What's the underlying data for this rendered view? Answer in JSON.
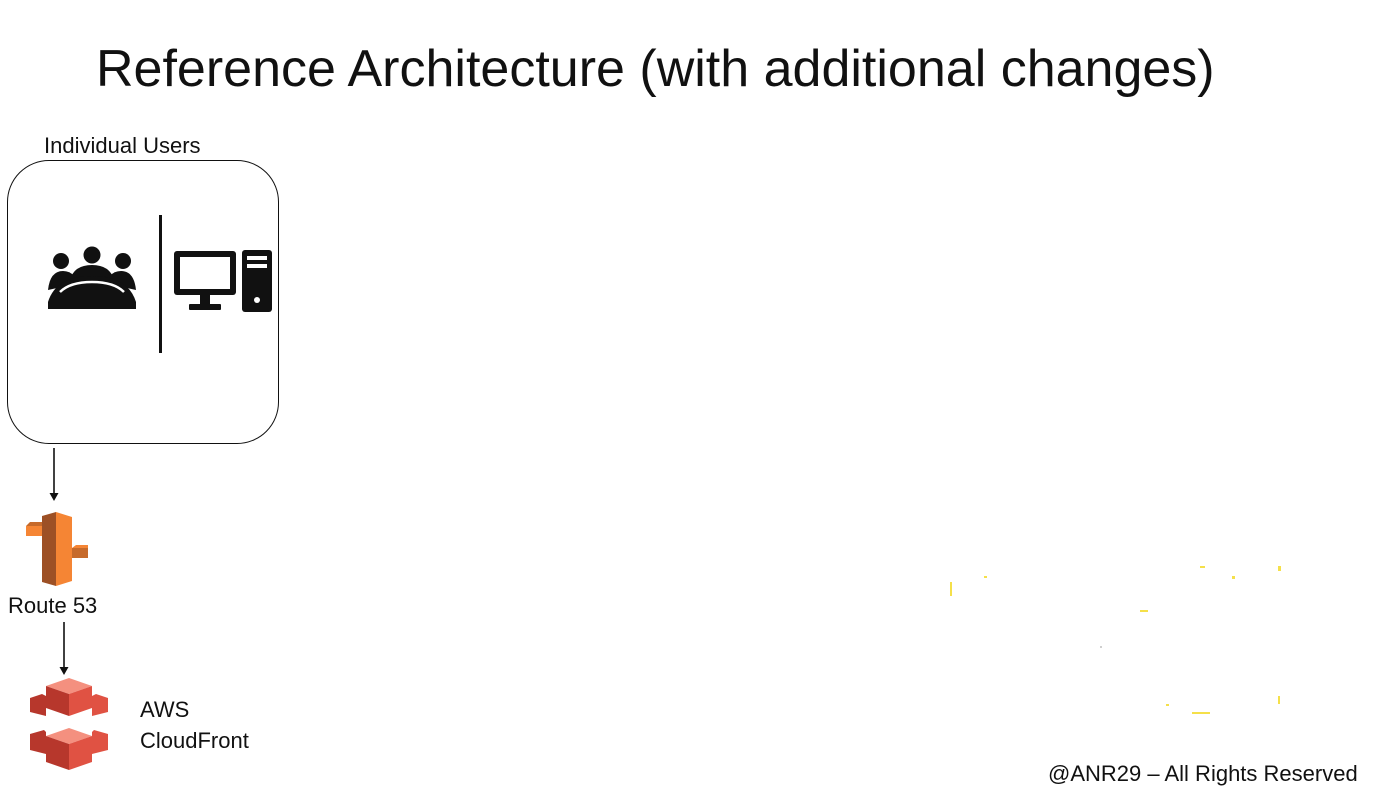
{
  "title": "Reference Architecture (with additional changes)",
  "users_group": {
    "label": "Individual Users",
    "icons": [
      "people-icon",
      "desktop-computer-icon"
    ]
  },
  "route53": {
    "label": "Route 53",
    "icon": "route53-icon",
    "color": "#f58534"
  },
  "cloudfront": {
    "line1": "AWS",
    "line2": "CloudFront",
    "icon": "cloudfront-icon",
    "color": "#e05243"
  },
  "footer": "@ANR29 – All Rights Reserved",
  "colors": {
    "text": "#111111",
    "background": "#ffffff"
  }
}
